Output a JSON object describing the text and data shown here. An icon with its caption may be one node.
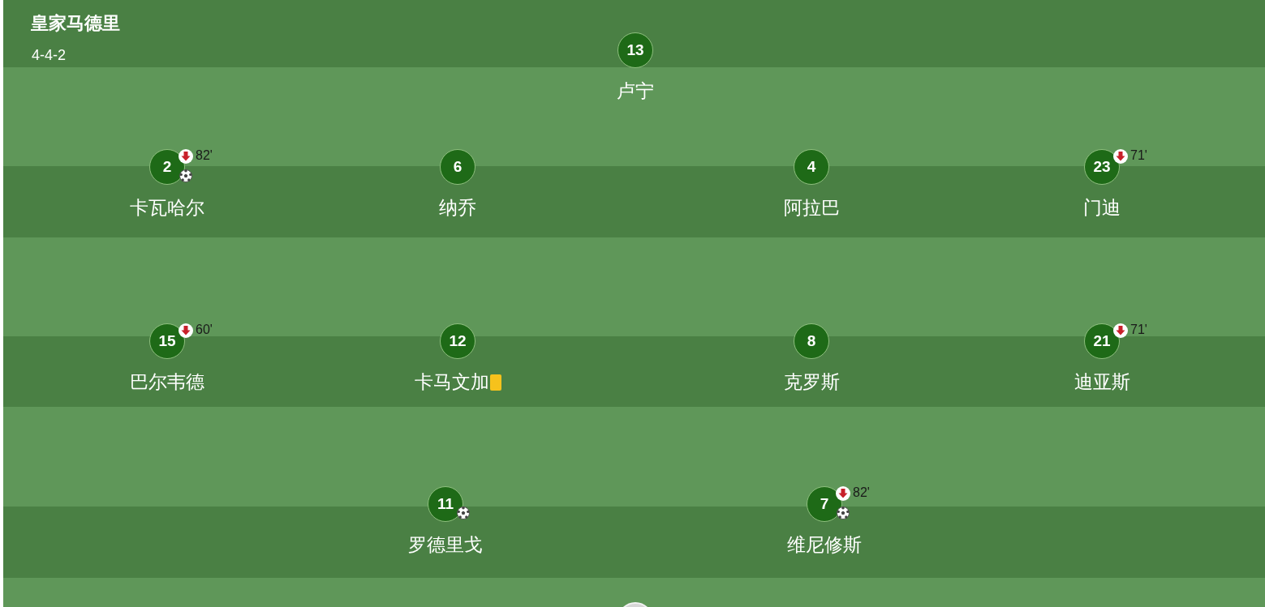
{
  "diagram": {
    "title": "皇家马德里",
    "nodes": [
      {
        "text": [
          "13",
          "卢宁"
        ]
      },
      {
        "text": [
          "2",
          "卡瓦哈尔"
        ],
        "beside": [
          "82'"
        ]
      },
      {
        "text": [
          "6",
          "纳乔"
        ]
      },
      {
        "text": [
          "4",
          "阿拉巴"
        ]
      },
      {
        "text": [
          "23",
          "门迪"
        ],
        "beside": [
          "71'"
        ]
      },
      {
        "text": [
          "15",
          "巴尔韦德"
        ],
        "beside": [
          "60'"
        ]
      },
      {
        "text": [
          "12",
          "卡马文加"
        ]
      },
      {
        "text": [
          "8",
          "克罗斯"
        ]
      },
      {
        "text": [
          "21",
          "迪亚斯"
        ],
        "beside": [
          "71'"
        ]
      },
      {
        "text": [
          "11",
          "罗德里戈"
        ]
      },
      {
        "text": [
          "7",
          "维尼修斯"
        ],
        "beside": [
          "82'"
        ]
      },
      {
        "text": [],
        "shape": "circle"
      }
    ],
    "labels": [
      "4-4-2"
    ]
  }
}
